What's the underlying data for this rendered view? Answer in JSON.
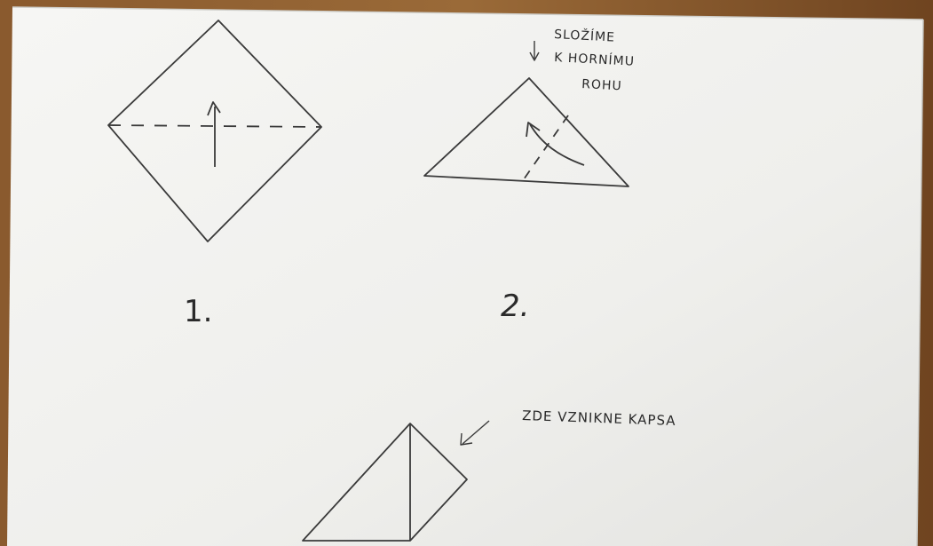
{
  "photo": {
    "colors": {
      "table": "#8a5a2e",
      "table_dark": "#6f4420",
      "paper": "#f3f3f1",
      "paper_shadow": "#d9d9d6",
      "ink": "#3a3a3a"
    },
    "step1": {
      "number": "1."
    },
    "step2": {
      "number": "2.",
      "note_line1": "SLOŽÍME",
      "note_line2": "K HORNÍMU",
      "note_line3": "ROHU"
    },
    "step3": {
      "note": "ZDE VZNIKNE KAPSA"
    }
  }
}
